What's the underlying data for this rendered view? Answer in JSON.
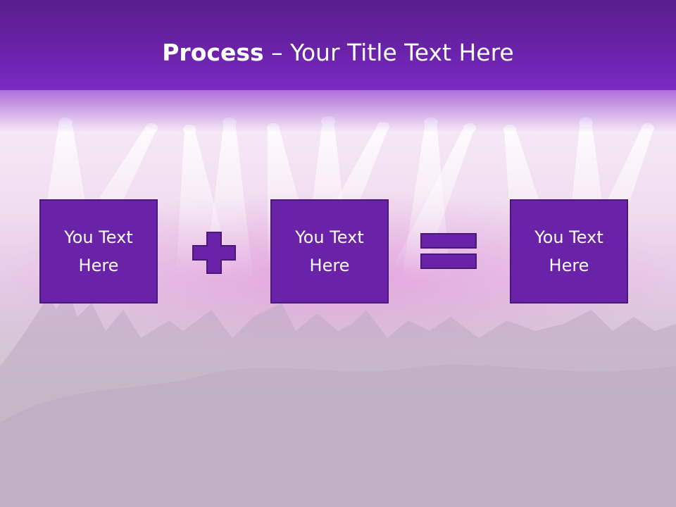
{
  "slide": {
    "title_bold": "Process",
    "title_rest": " – Your Title Text Here",
    "boxes": [
      {
        "text": "You Text Here"
      },
      {
        "text": "You Text Here"
      },
      {
        "text": "You Text Here"
      }
    ],
    "operators": [
      "plus-icon",
      "equals-icon"
    ]
  },
  "colors": {
    "title_bar": "#6a22a8",
    "box_fill": "#6a22a8",
    "box_border": "#4a1878",
    "title_text": "#ffffff"
  }
}
